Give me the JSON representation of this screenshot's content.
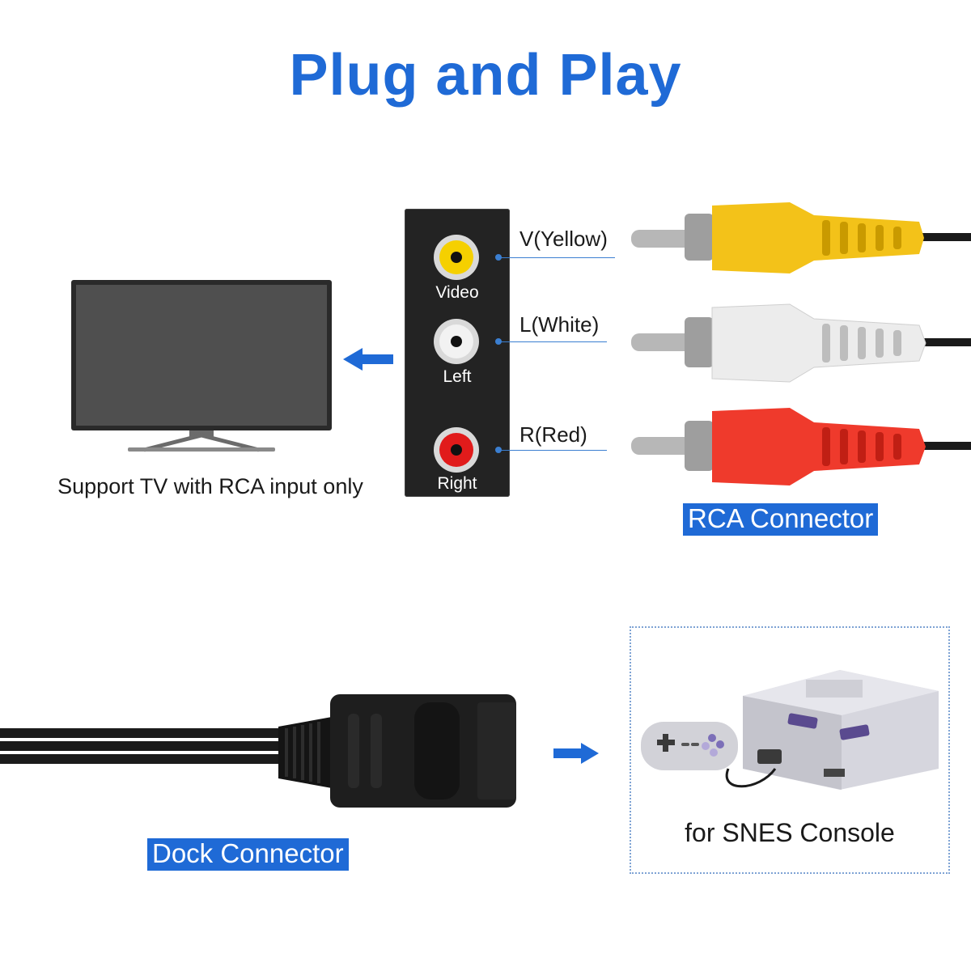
{
  "title": "Plug and Play",
  "tv": {
    "caption": "Support TV with RCA input only"
  },
  "jacks": [
    {
      "label": "Video",
      "color": "#f5d000"
    },
    {
      "label": "Left",
      "color": "#f2f2f2"
    },
    {
      "label": "Right",
      "color": "#e11b1b"
    }
  ],
  "connectors": [
    {
      "label": "V(Yellow)",
      "color": "#f3c219"
    },
    {
      "label": "L(White)",
      "color": "#ececec"
    },
    {
      "label": "R(Red)",
      "color": "#ef3a2c"
    }
  ],
  "rca_badge": "RCA Connector",
  "dock_badge": "Dock Connector",
  "snes_caption": "for SNES Console",
  "colors": {
    "accent": "#1f6ad6",
    "panel": "#232323"
  }
}
